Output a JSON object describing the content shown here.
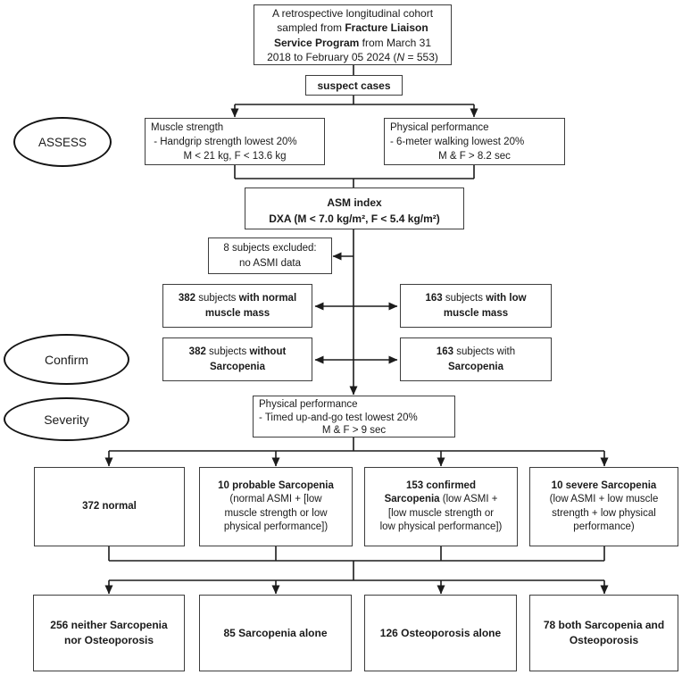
{
  "colors": {
    "ink": "#1a1a1a",
    "box_border": "#3d3d3d",
    "ellipse_border": "#141414",
    "background": "#ffffff"
  },
  "stages": {
    "assess": "ASSESS",
    "confirm": "Confirm",
    "severity": "Severity"
  },
  "cohort": {
    "l1": "A retrospective longitudinal cohort",
    "l2_reg": "sampled from ",
    "l2_bold": "Fracture Liaison",
    "l3_bold": "Service Program",
    "l3_reg": " from March 31",
    "l4_reg1": "2018 to February 05 2024 (",
    "l4_ital": "N",
    "l4_reg2": " = 553)"
  },
  "suspect": "suspect cases",
  "muscle": {
    "l1": "Muscle strength",
    "l2": " - Handgrip strength lowest 20%",
    "l3": "M < 21 kg, F < 13.6 kg"
  },
  "walk": {
    "l1": "Physical performance",
    "l2": "- 6-meter walking lowest 20%",
    "l3": "M & F > 8.2 sec"
  },
  "asm": {
    "l1": "ASM index",
    "l2": "DXA (M < 7.0 kg/m², F < 5.4 kg/m²)"
  },
  "excluded": {
    "l1": "8 subjects excluded:",
    "l2": "no ASMI data"
  },
  "mass_normal": {
    "count": "382",
    "mid": " subjects ",
    "bold": "with normal",
    "l2": "muscle mass"
  },
  "mass_low": {
    "count": "163",
    "mid": " subjects ",
    "bold": "with low",
    "l2": "muscle mass"
  },
  "sarco_without": {
    "count": "382",
    "mid": " subjects ",
    "bold": "without",
    "l2": "Sarcopenia"
  },
  "sarco_with": {
    "count": "163",
    "mid": " subjects with",
    "bold": "",
    "l2": "Sarcopenia"
  },
  "tug": {
    "l1": "Physical performance",
    "l2": "- Timed up-and-go test lowest 20%",
    "l3": "M & F > 9 sec"
  },
  "sev_normal": {
    "label": "372 normal"
  },
  "sev_probable": {
    "l1": "10 probable Sarcopenia",
    "l2": "(normal ASMI + [low",
    "l3": "muscle strength or low",
    "l4": "physical performance])"
  },
  "sev_confirmed": {
    "l1": "153 confirmed",
    "l2_bold": "Sarcopenia",
    "l2_reg": " (low ASMI +",
    "l3": "[low muscle strength or",
    "l4": "low physical performance])"
  },
  "sev_severe": {
    "l1": "10 severe Sarcopenia",
    "l2": "(low ASMI + low muscle",
    "l3": "strength + low physical",
    "l4": "performance)"
  },
  "out_neither": {
    "l1": "256 neither Sarcopenia",
    "l2": "nor Osteoporosis"
  },
  "out_sarco": {
    "l1": "85 Sarcopenia alone"
  },
  "out_osteo": {
    "l1": "126 Osteoporosis alone"
  },
  "out_both": {
    "l1": "78 both Sarcopenia and",
    "l2": "Osteoporosis"
  }
}
